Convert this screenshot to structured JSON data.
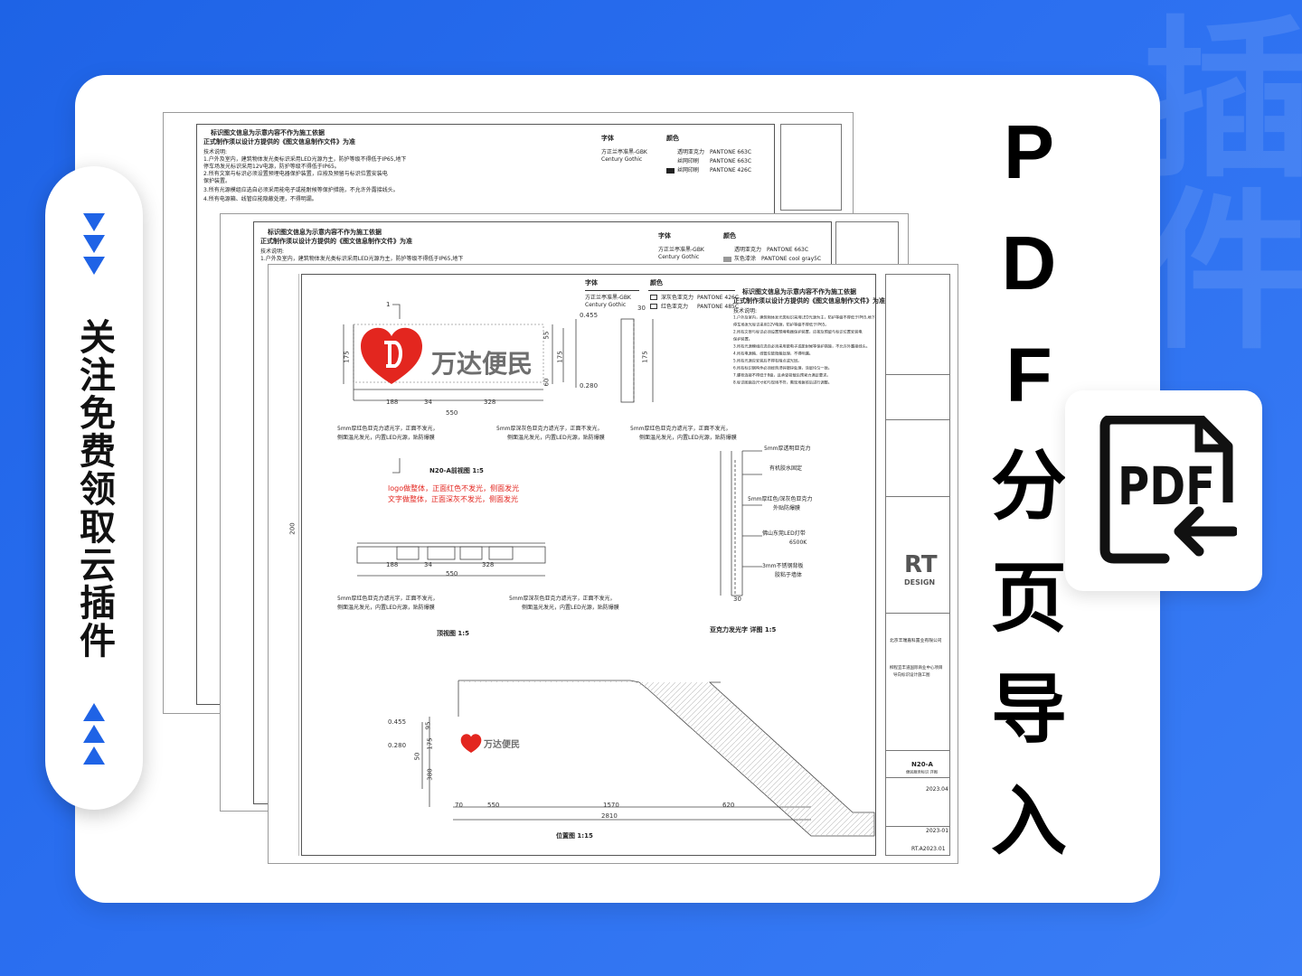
{
  "watermark": "插件",
  "side": {
    "text": "关注免费领取云插件"
  },
  "title": {
    "chars": [
      "P",
      "D",
      "F",
      "分",
      "页",
      "导",
      "入"
    ]
  },
  "icons": {
    "pdf_icon": "pdf-file-import-icon",
    "pdf_icon_text": "PDF"
  },
  "drawing": {
    "font_header": "字体",
    "color_header": "颜色",
    "fonts": [
      "方正兰亭准黑-GBK",
      "Century Gothic"
    ],
    "colors_back_1": [
      "透明亚克力",
      "PANTONE 663C",
      "丝网印刷",
      "PANTONE 663C",
      "丝网印刷",
      "PANTONE 426C"
    ],
    "colors_back_2": [
      "透明亚克力",
      "PANTONE 663C",
      "灰色漆涂",
      "PANTONE cool gray5C"
    ],
    "colors_front": [
      "深灰色亚克力",
      "PANTONE 426C",
      "红色亚克力",
      "PANTONE 485C"
    ],
    "notes_title": "标识图文信息为示意内容不作为施工依据",
    "notes_sub": "正式制作须以设计方提供的《图文信息制作文件》为准",
    "tech_title": "技术说明:",
    "tech_lines": [
      "1.户外及室内，建筑物体发光类标识采用LED光源为主，防护等级不得低于IP65,地下",
      "停车场发光标识采用12V电源，防护等级不得低于IP65。",
      "2.所有文案与标识必须设置预埋电器保护装置，应按及预留与标识位置安装电",
      "保护装置。",
      "3.所有光源模组应选自必须采用能电子或能耐候等保护措施，不允许外露接线头。",
      "4.所有电源箱、线管应能隐蔽处理，不得明漏。",
      "5.所有光源应安装后不得有暗点或光斑。",
      "6.所有标识钢构件必须经热浸锌镀锌处理，涂层均匀一致。",
      "7.螺栓连接不得低于8级，且承受荷载后预紧力满足要求。",
      "8.标识图面及尺寸如与现场不符，需现场复核后进行调整。"
    ],
    "brand_cn": "万达便民",
    "dims_front_width": [
      "188",
      "34",
      "328",
      "550"
    ],
    "dims_heights": [
      "175",
      "55",
      "175",
      "60",
      "0.455",
      "0.280",
      "175",
      "30"
    ],
    "callout_1": "5mm厚红色亚克力滤光字，正面不发光，",
    "callout_1b": "侧面温光发光，内置LED光源，贴防爆膜",
    "callout_2": "5mm厚深灰色亚克力滤光字，正面不发光，",
    "callout_2b": "侧面温光发光，内置LED光源，贴防爆膜",
    "callout_3": "5mm厚红色亚克力滤光字，正面不发光，",
    "callout_3b": "侧面温光发光，内置LED光源，贴防爆膜",
    "front_view_label": "N20-A前视图 1:5",
    "red_note_1": "logo做整体，正面红色不发光，侧面发光",
    "red_note_2": "文字做整体，正面深灰不发光，侧面发光",
    "top_view_label": "顶视图 1:5",
    "section_label": "亚克力发光字 详图 1:5",
    "section_callouts": [
      "5mm厚透明亚克力",
      "有机胶水固定",
      "5mm厚红色/深灰色亚克力",
      "外贴防爆膜",
      "佛山东莞LED灯带",
      "6500K",
      "3mm不锈钢背板",
      "胶粘于墙体"
    ],
    "site_label": "位置图 1:15",
    "site_dims": [
      "0.455",
      "0.280",
      "175",
      "50",
      "380",
      "70",
      "550",
      "1570",
      "620",
      "2810",
      "95",
      "30"
    ],
    "site_brand": "万达便民",
    "title_block": {
      "brand": "RT",
      "brand_sub": "DESIGN",
      "client": "北京丰瑞嘉科置业有限公司",
      "project": "柳程宜丰道国际商业中心项目",
      "project_sub": "导向标识设计施工图",
      "drawing_no": "N20-A",
      "drawing_name": "便民服务标识 详图",
      "date": "2023.04",
      "version": "RT.A2023.01",
      "date2": "2023-01"
    },
    "sizes_left": "200",
    "sizes_small": "1"
  }
}
